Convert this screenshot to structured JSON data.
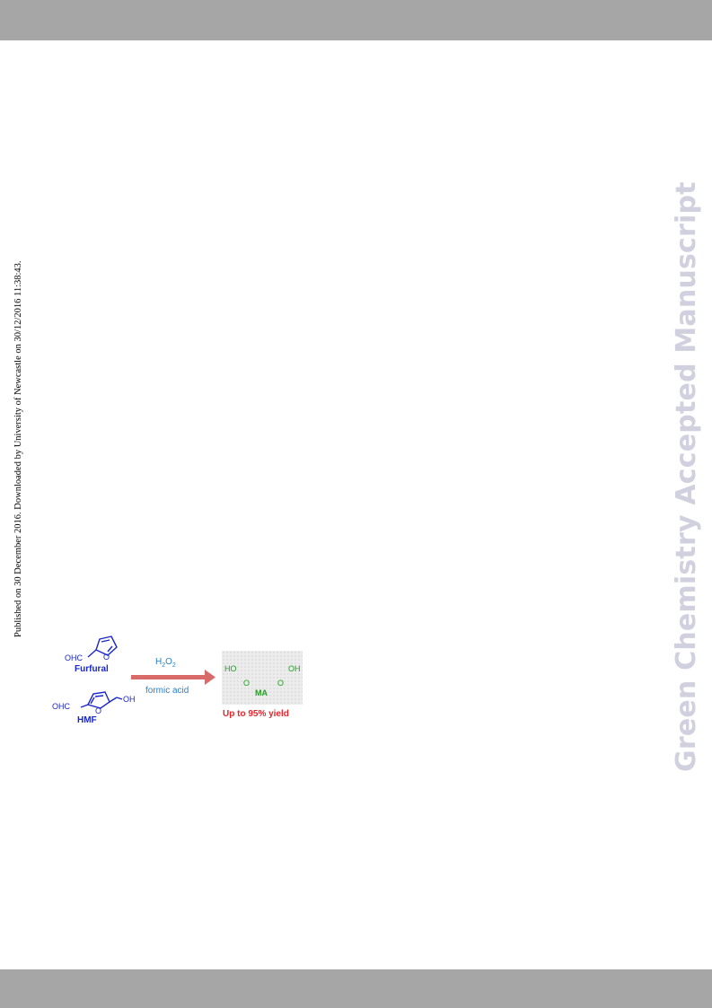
{
  "header_bar": {},
  "footer_bar": {},
  "side_note": "Published on 30 December 2016. Downloaded by University of Newcastle on 30/12/2016 11:38:43.",
  "watermark": "Green Chemistry Accepted Manuscript",
  "scheme": {
    "reactants": [
      {
        "name": "Furfural",
        "group_left": "OHC"
      },
      {
        "name": "HMF",
        "group_left": "OHC",
        "group_right": "OH"
      }
    ],
    "ring_heteroatom": "O",
    "reagent_top": "H",
    "reagent_top_sub1": "2",
    "reagent_top_o": "O",
    "reagent_top_sub2": "2",
    "reagent_bottom": "formic acid",
    "product": {
      "left_group": "HO",
      "right_group": "OH",
      "carbonyl_o": "O",
      "name": "MA"
    },
    "yield_text": "Up to 95% yield",
    "colors": {
      "reactant": "#1a27c9",
      "reagent": "#2980c8",
      "arrow": "#d96a6a",
      "product": "#22a022",
      "yield": "#e8242a"
    }
  }
}
